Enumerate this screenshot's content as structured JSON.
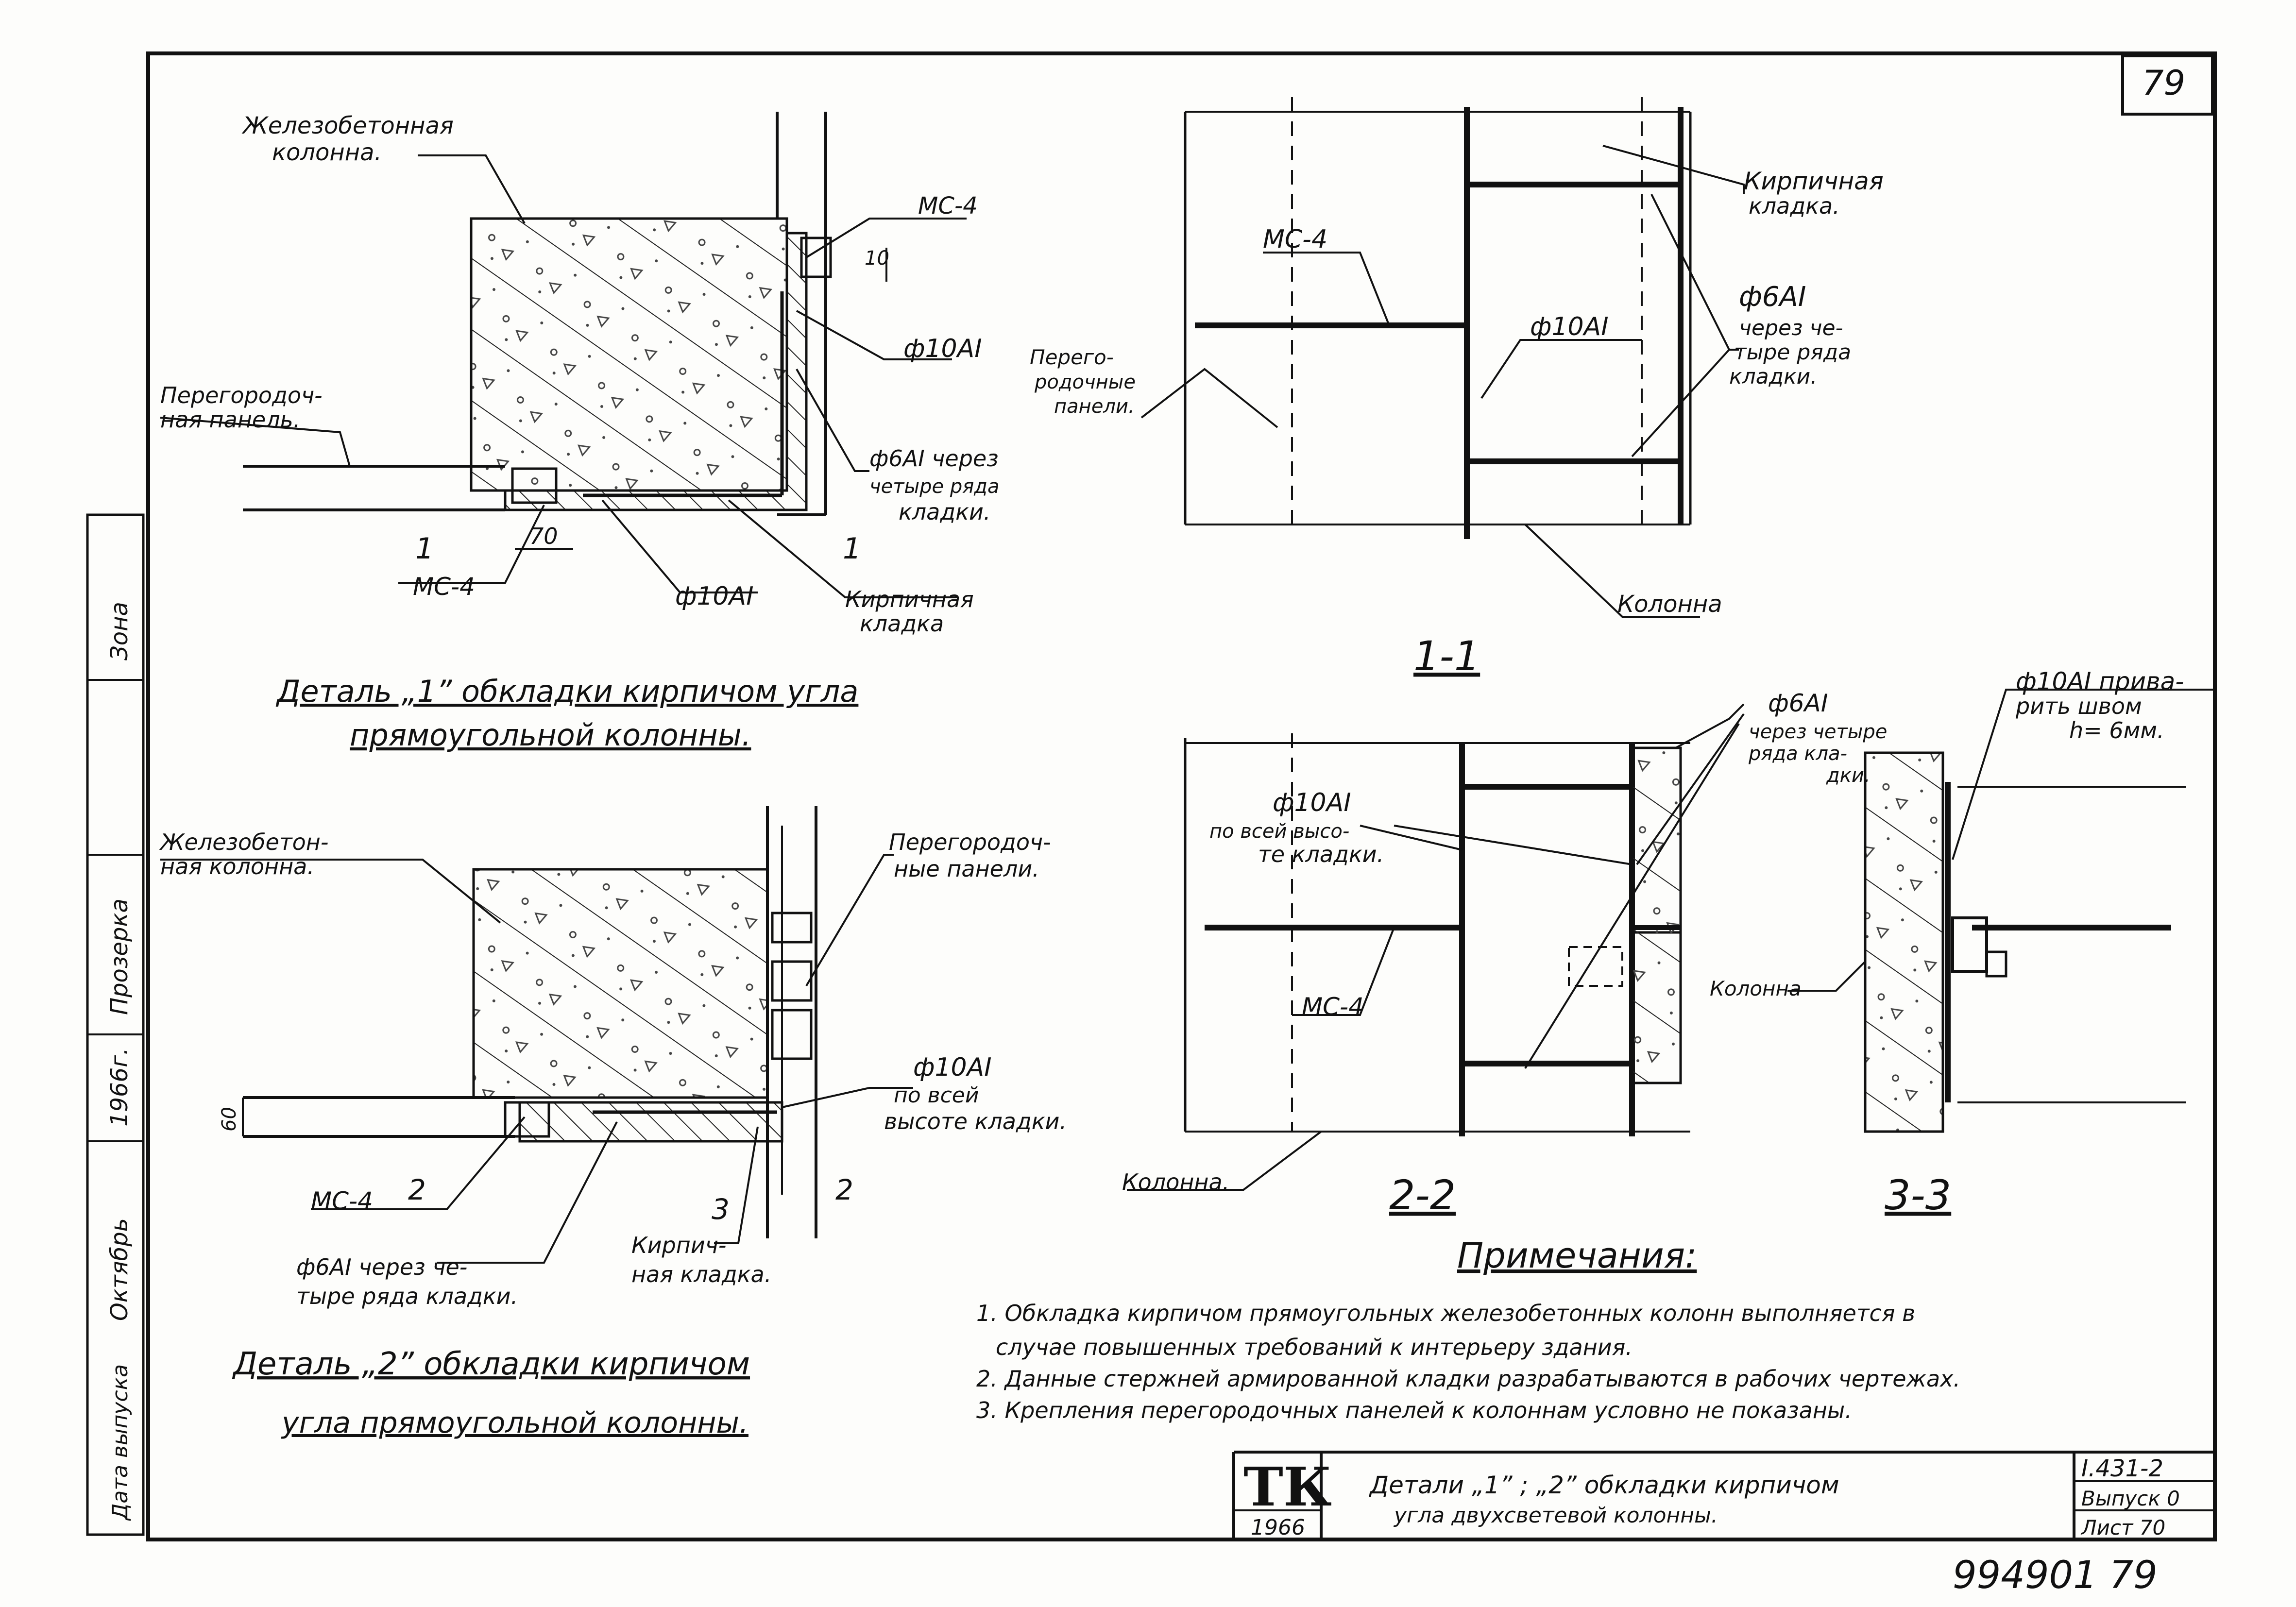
{
  "sheet": {
    "page_number": "79",
    "stamp_number": "994901 79"
  },
  "detail1": {
    "title_line1": "Деталь „1” обкладки кирпичом угла",
    "title_line2": "прямоугольной колонны.",
    "labels": {
      "rc_column_1": "Железобетонная",
      "rc_column_2": "колонна.",
      "partition_1": "Перегородоч-",
      "partition_2": "ная панель.",
      "mc4_top": "МС-4",
      "dim_10": "10",
      "rod10": "ф10АI",
      "rod6_1": "ф6АI через",
      "rod6_2": "четыре ряда",
      "rod6_3": "кладки.",
      "section_left": "1",
      "section_right": "1",
      "dim_70": "70",
      "mc4_bottom": "МС-4",
      "rod10_bottom": "ф10АI",
      "brick_1": "Кирпичная",
      "brick_2": "кладка"
    }
  },
  "detail2": {
    "title_line1": "Деталь „2” обкладки кирпичом",
    "title_line2": "угла прямоугольной колонны.",
    "labels": {
      "rc_column_1": "Железобетон-",
      "rc_column_2": "ная колонна.",
      "partitions_1": "Перегородоч-",
      "partitions_2": "ные панели.",
      "dim_60": "60",
      "rod10_1": "ф10АI",
      "rod10_2": "по всей",
      "rod10_3": "высоте кладки.",
      "mc4": "МС-4",
      "section_2a": "2",
      "section_3": "3",
      "section_2b": "2",
      "rod6_1": "ф6АI через че-",
      "rod6_2": "тыре ряда кладки.",
      "brick_1": "Кирпич-",
      "brick_2": "ная кладка."
    }
  },
  "section11": {
    "title": "1-1",
    "labels": {
      "brick_1": "Кирпичная",
      "brick_2": "кладка.",
      "mc4": "МС-4",
      "partition_1": "Перего-",
      "partition_2": "родочные",
      "partition_3": "панели.",
      "rod10": "ф10АI",
      "rod6_1": "ф6АI",
      "rod6_2": "через че-",
      "rod6_3": "тыре ряда",
      "rod6_4": "кладки.",
      "column": "Колонна"
    }
  },
  "section22": {
    "title": "2-2",
    "labels": {
      "rod6_1": "ф6АI",
      "rod6_2": "через четыре",
      "rod6_3": "ряда кла-",
      "rod6_4": "дки.",
      "rod10_1": "ф10АI",
      "rod10_2": "по всей высо-",
      "rod10_3": "те кладки.",
      "mc4": "МС-4",
      "column": "Колонна."
    }
  },
  "section33": {
    "title": "3-3",
    "labels": {
      "weld_1": "ф10АI прива-",
      "weld_2": "рить швом",
      "weld_3": "h= 6мм.",
      "column": "Колонна"
    }
  },
  "notes": {
    "heading": "Примечания:",
    "line1": "1. Обкладка кирпичом прямоугольных железобетонных колонн выполняется в",
    "line2": "случае повышенных требований к интерьеру здания.",
    "line3": "2. Данные стержней армированной кладки разрабатываются в рабочих чертежах.",
    "line4": "3. Крепления перегородочных панелей к колоннам условно не показаны."
  },
  "title_block": {
    "logo": "ТК",
    "year": "1966",
    "title_line1": "Детали „1” ; „2” обкладки кирпичом",
    "title_line2": "угла двухсветевой колонны.",
    "code": "I.431-2",
    "issue": "Выпуск 0",
    "sheet": "Лист 70"
  },
  "side_stamp": {
    "field1": "Зона",
    "field2": "Прозерка",
    "field3": "1966г.",
    "field4": "Октябрь",
    "field5": "Дата выпуска"
  }
}
